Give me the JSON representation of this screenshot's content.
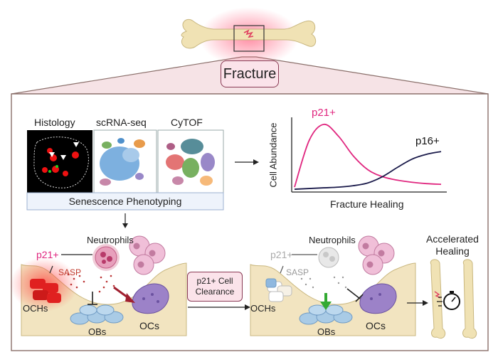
{
  "header": {
    "title": "Fracture"
  },
  "phenotyping": {
    "panels": [
      "Histology",
      "scRNA-seq",
      "CyTOF"
    ],
    "footer": "Senescence Phenotyping"
  },
  "chart_data": {
    "type": "line",
    "title": "",
    "xlabel": "Fracture Healing",
    "ylabel": "Cell Abundance",
    "x": [
      0,
      1,
      2,
      3,
      4,
      5,
      6,
      7,
      8,
      9,
      10
    ],
    "series": [
      {
        "name": "p21+",
        "color": "#e0267f",
        "values": [
          0.05,
          0.72,
          0.95,
          0.78,
          0.5,
          0.3,
          0.2,
          0.15,
          0.12,
          0.1,
          0.09
        ]
      },
      {
        "name": "p16+",
        "color": "#1a1a4a",
        "values": [
          0.02,
          0.03,
          0.04,
          0.05,
          0.07,
          0.11,
          0.2,
          0.33,
          0.45,
          0.52,
          0.56
        ]
      }
    ]
  },
  "scene_left": {
    "neutrophils": "Neutrophils",
    "p21": "p21+",
    "sasp": "SASP",
    "ochs": "OCHs",
    "obs": "OBs",
    "ocs": "OCs"
  },
  "treatment": {
    "line1": "p21+ Cell",
    "line2": "Clearance"
  },
  "scene_right": {
    "neutrophils": "Neutrophils",
    "p21": "p21+",
    "sasp": "SASP",
    "ochs": "OCHs",
    "obs": "OBs",
    "ocs": "OCs"
  },
  "outcome": {
    "line1": "Accelerated",
    "line2": "Healing"
  },
  "colors": {
    "accent_pink": "#e0267f",
    "frame": "#8a6f6a",
    "bone_bg": "#f2e4c0",
    "fracture_box": "#fbe3ea",
    "dark_curve": "#1a1a4a"
  }
}
